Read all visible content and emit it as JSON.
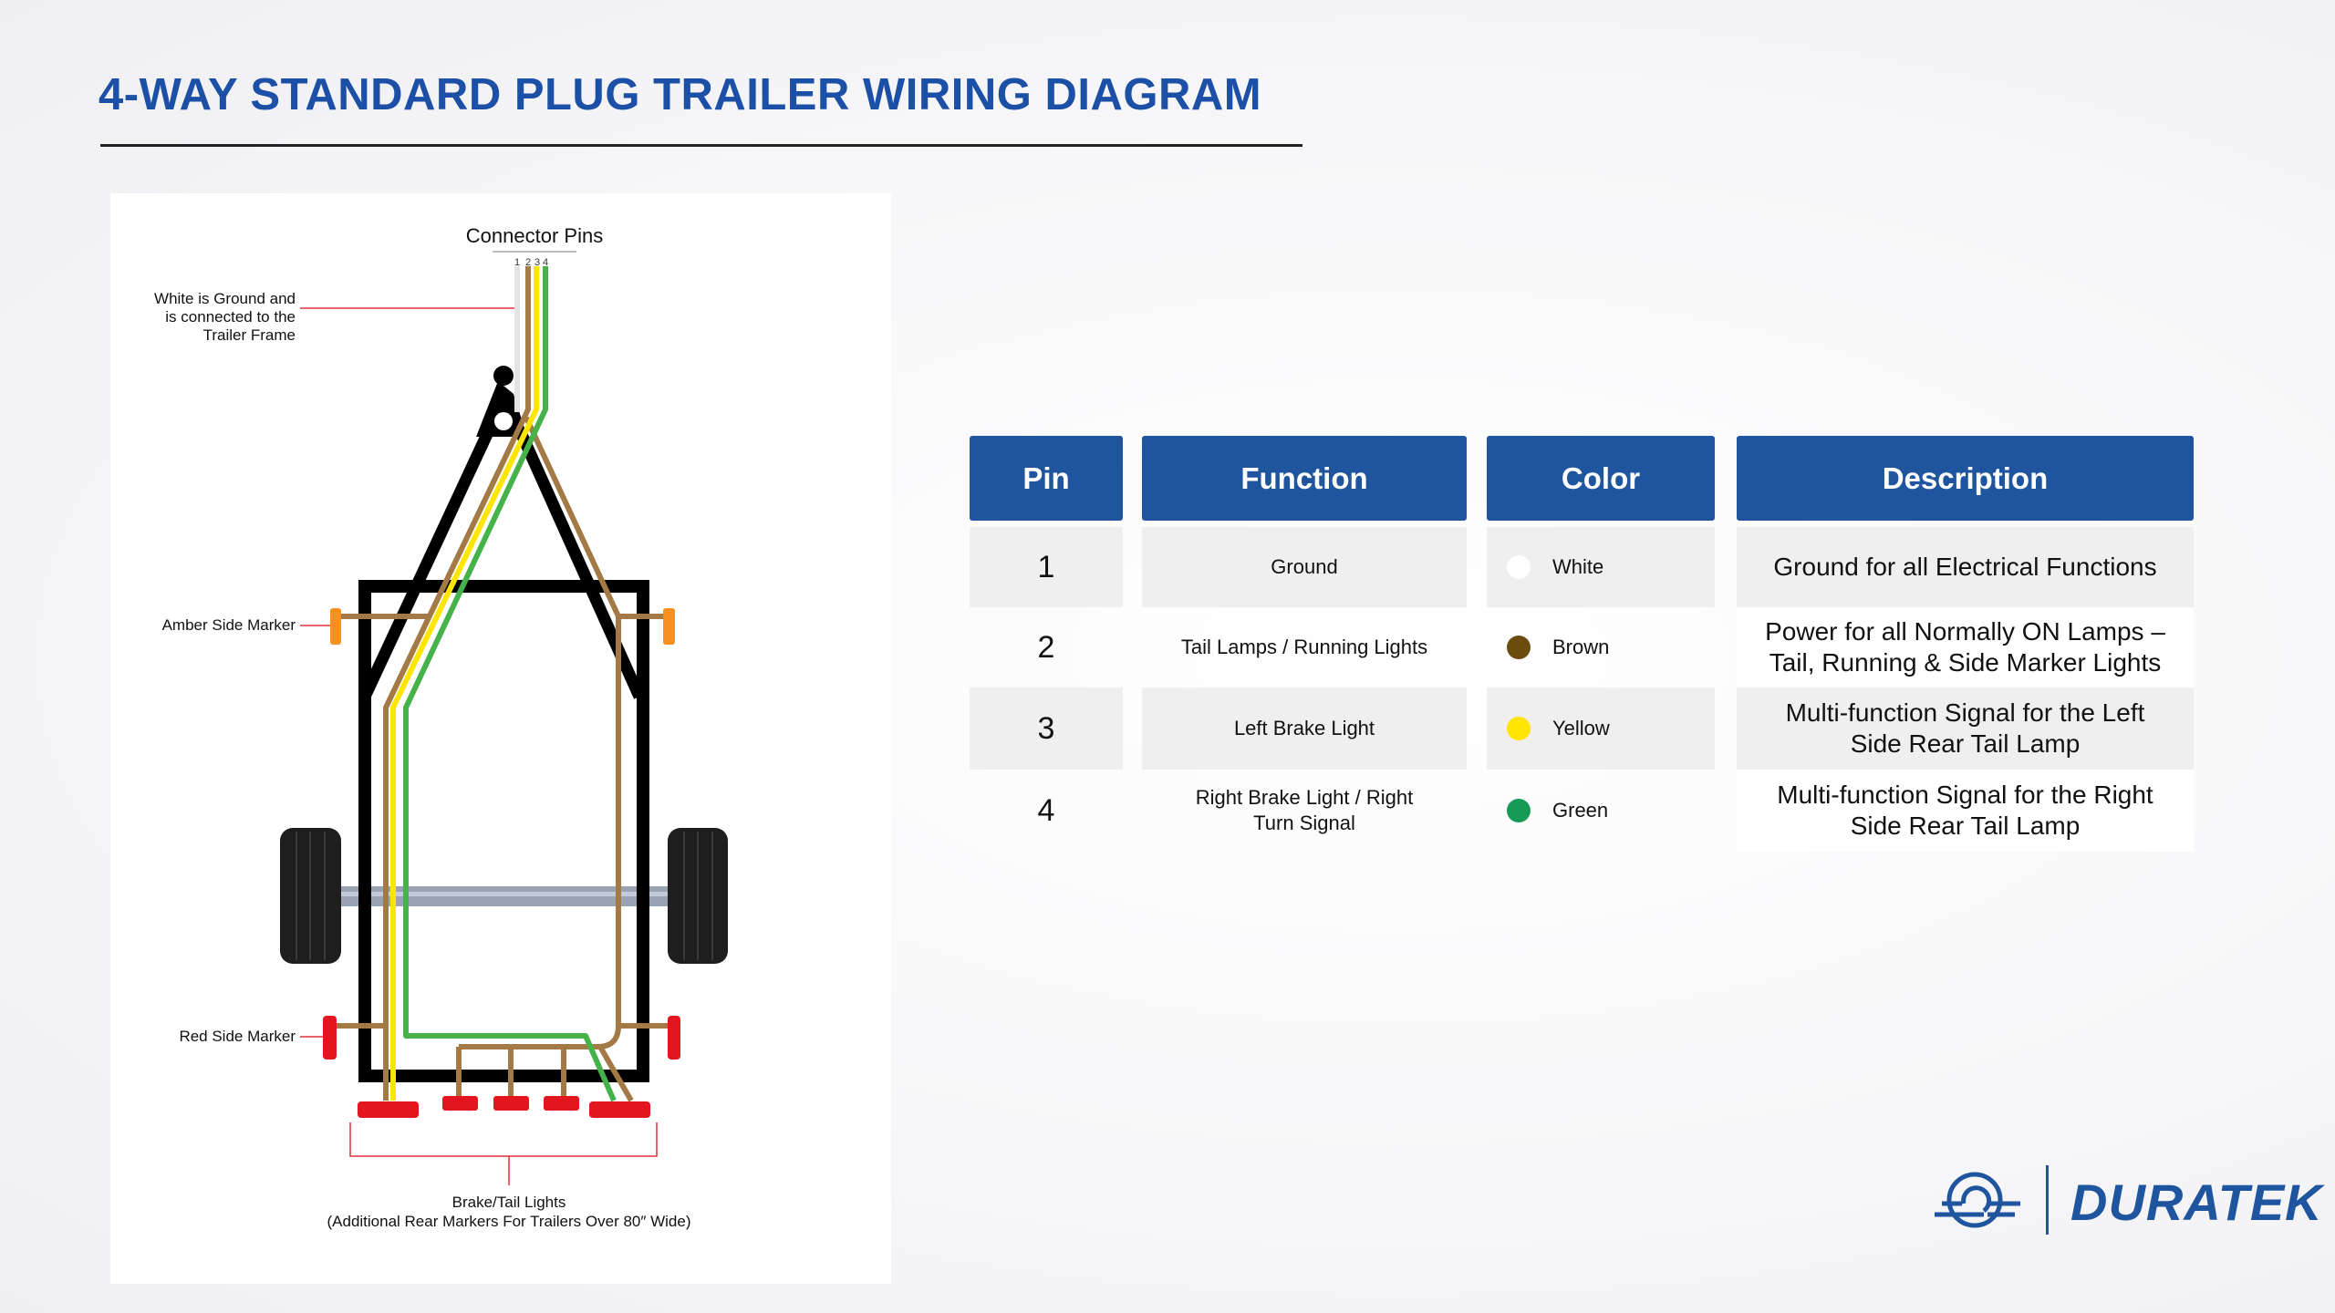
{
  "title": "4-WAY STANDARD PLUG TRAILER WIRING DIAGRAM",
  "diagram": {
    "connector_label": "Connector Pins",
    "pin_numbers": [
      "1",
      "2",
      "3",
      "4"
    ],
    "ground_note": [
      "White is Ground and",
      "is connected to the",
      "Trailer Frame"
    ],
    "amber_label": "Amber Side Marker",
    "red_label": "Red Side Marker",
    "brake_label": "Brake/Tail Lights",
    "brake_note": "(Additional Rear Markers For Trailers Over 80″ Wide)",
    "wire_colors": {
      "white": "#e6e6e6",
      "brown": "#a57f4f",
      "yellow": "#ffe600",
      "green": "#4fb548"
    }
  },
  "table": {
    "headers": [
      "Pin",
      "Function",
      "Color",
      "Description"
    ],
    "rows": [
      {
        "pin": "1",
        "function": "Ground",
        "color": "White",
        "swatch": "#ffffff",
        "description": "Ground for all Electrical Functions"
      },
      {
        "pin": "2",
        "function": "Tail Lamps / Running Lights",
        "color": "Brown",
        "swatch": "#6b4c0e",
        "description": "Power for all Normally ON Lamps – Tail, Running & Side Marker Lights"
      },
      {
        "pin": "3",
        "function": "Left Brake Light",
        "color": "Yellow",
        "swatch": "#ffe500",
        "description": "Multi-function Signal for the Left Side Rear Tail Lamp"
      },
      {
        "pin": "4",
        "function": "Right Brake Light / Right Turn Signal",
        "color": "Green",
        "swatch": "#169b56",
        "description": "Multi-function Signal for the Right Side Rear Tail Lamp"
      }
    ]
  },
  "brand": {
    "name": "DURATEK",
    "color": "#1e559e"
  }
}
